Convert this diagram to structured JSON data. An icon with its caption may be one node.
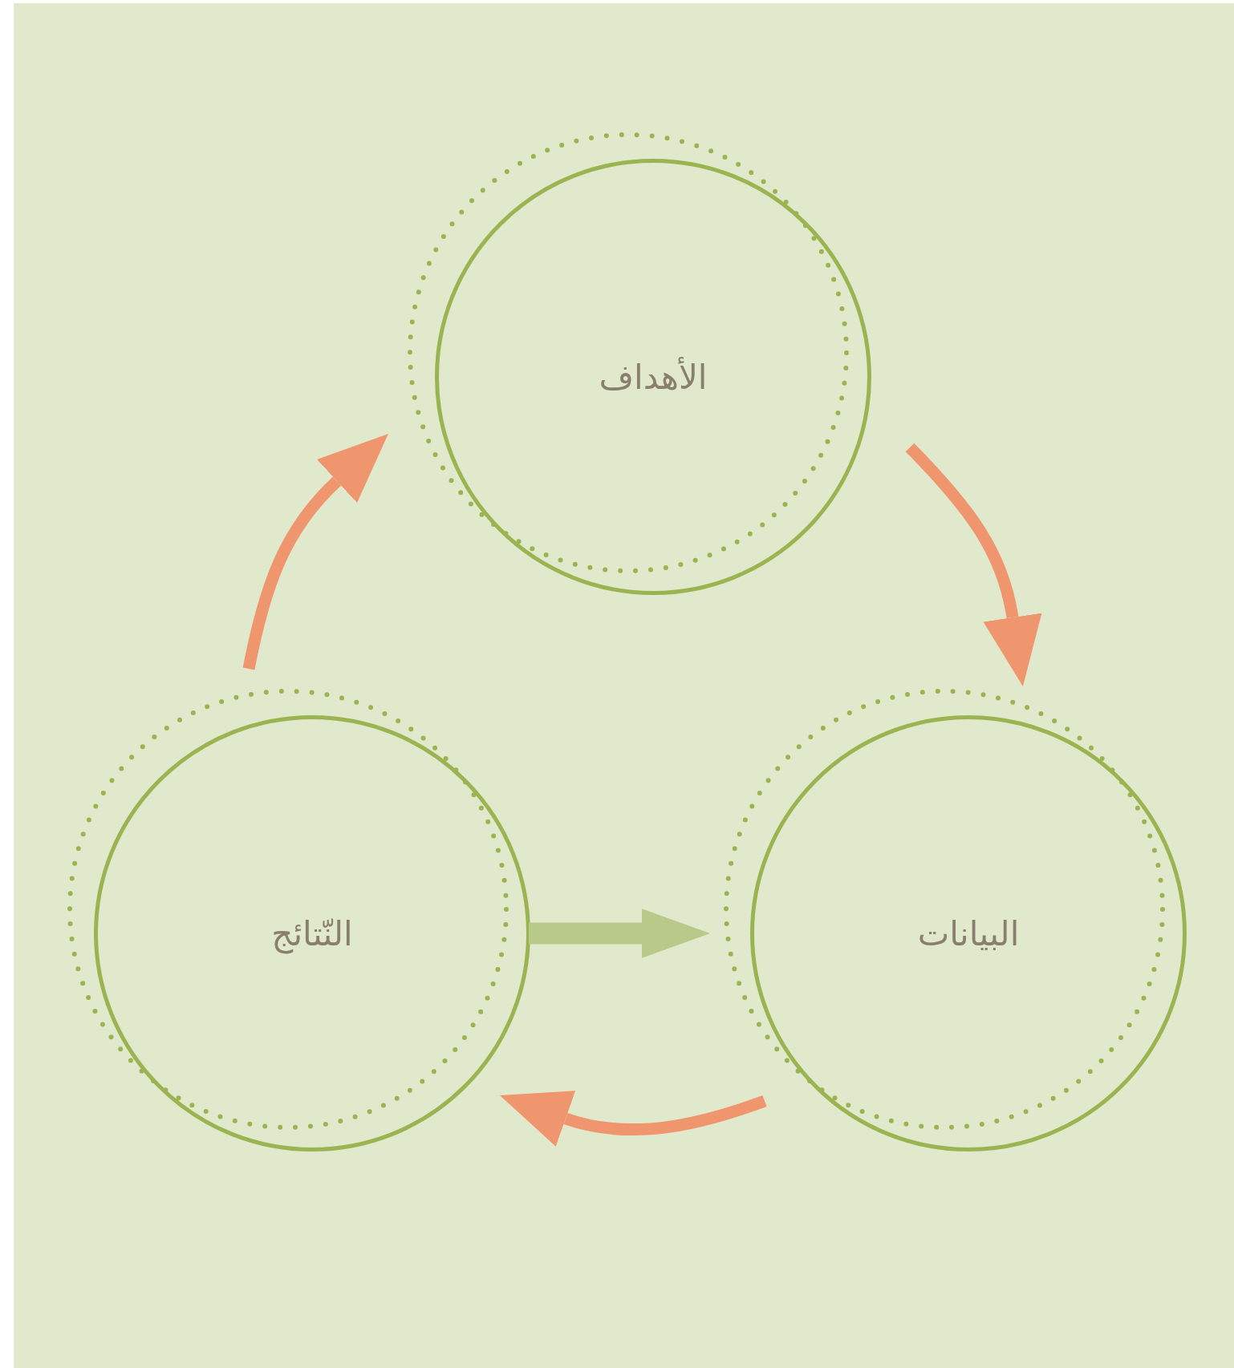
{
  "diagram": {
    "nodes": [
      {
        "text": [
          "الأهداف"
        ]
      },
      {
        "text": [
          "البيانات"
        ]
      },
      {
        "text": [
          "النّتائج"
        ]
      }
    ],
    "edges": [
      {
        "from": 0,
        "to": 1,
        "arrow": "to"
      },
      {
        "from": 1,
        "to": 2,
        "arrow": "to"
      },
      {
        "from": 2,
        "to": 0,
        "arrow": "to"
      },
      {
        "from": 2,
        "to": 1,
        "arrow": "to",
        "style": "thick",
        "color": "#b8c98a"
      }
    ]
  }
}
